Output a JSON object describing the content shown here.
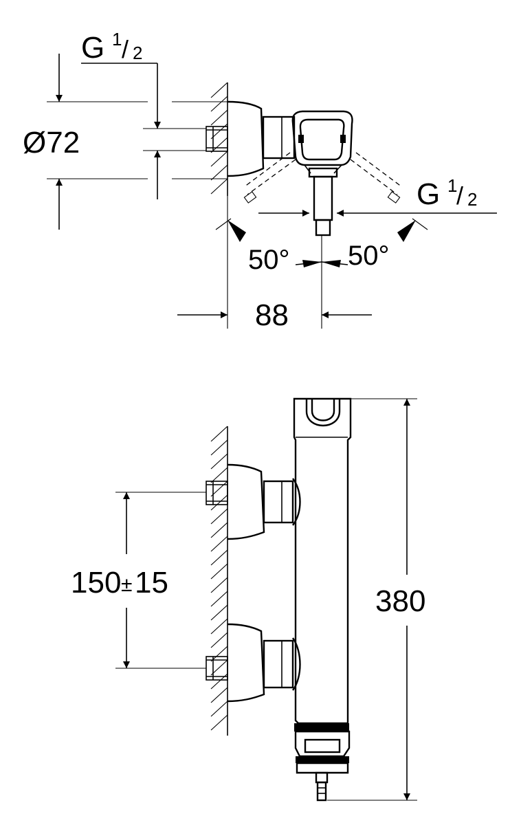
{
  "dimensions": {
    "thread_top": {
      "letter": "G",
      "num": "1",
      "slash": "/",
      "den": "2"
    },
    "thread_right": {
      "letter": "G",
      "num": "1",
      "slash": "/",
      "den": "2"
    },
    "diameter": "Ø72",
    "angle_left": "50°",
    "angle_right": "50°",
    "projection": "88",
    "inlet_spacing_value": "150",
    "inlet_spacing_pm": "±",
    "inlet_spacing_tol": "15",
    "height": "380"
  }
}
